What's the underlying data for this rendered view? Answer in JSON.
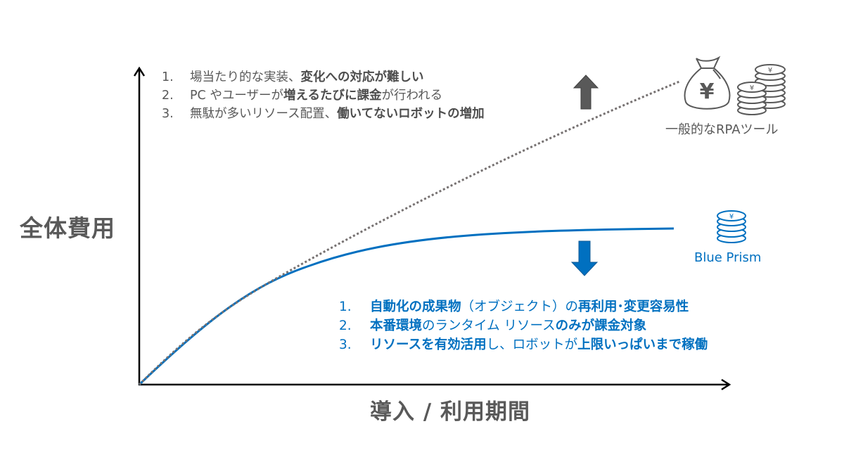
{
  "chart_data": {
    "type": "line",
    "title": "",
    "xlabel": "導入 / 利用期間",
    "ylabel": "全体費用",
    "grid": false,
    "axis_ticks": "none (conceptual chart)",
    "x": [
      0,
      0.1,
      0.2,
      0.3,
      0.4,
      0.5,
      0.6,
      0.7,
      0.8,
      0.9,
      1.0
    ],
    "series": [
      {
        "name": "一般的なRPAツール",
        "style": "dotted",
        "color": "#767171",
        "values": [
          0,
          0.17,
          0.32,
          0.45,
          0.56,
          0.64,
          0.71,
          0.78,
          0.84,
          0.9,
          0.96
        ]
      },
      {
        "name": "Blue Prism",
        "style": "solid",
        "color": "#0070c0",
        "values": [
          0,
          0.17,
          0.31,
          0.4,
          0.46,
          0.5,
          0.52,
          0.535,
          0.545,
          0.55,
          0.553
        ]
      }
    ],
    "annotations": [
      {
        "type": "arrow-up",
        "color": "#595959",
        "near": "一般的なRPAツール"
      },
      {
        "type": "arrow-down",
        "color": "#0070c0",
        "near": "Blue Prism"
      }
    ]
  },
  "axes": {
    "y_label": "全体費用",
    "x_label": "導入 / 利用期間"
  },
  "general_rpa": {
    "label": "一般的なRPAツール",
    "icon": "money-bag-yen-and-coins-icon",
    "color": "#595959",
    "points": [
      {
        "num": "1.",
        "parts": [
          {
            "t": "場当たり的な実装、",
            "b": false
          },
          {
            "t": "変化への対応が難しい",
            "b": true
          }
        ]
      },
      {
        "num": "2.",
        "parts": [
          {
            "t": "PC やユーザーが",
            "b": false
          },
          {
            "t": "増えるたびに課金",
            "b": true
          },
          {
            "t": "が行われる",
            "b": false
          }
        ]
      },
      {
        "num": "3.",
        "parts": [
          {
            "t": "無駄が多いリソース配置、",
            "b": false
          },
          {
            "t": "働いてないロボットの増加",
            "b": true
          }
        ]
      }
    ]
  },
  "blue_prism": {
    "label": "Blue Prism",
    "icon": "coin-stack-yen-icon",
    "color": "#0070c0",
    "points": [
      {
        "num": "1.",
        "parts": [
          {
            "t": "自動化の成果物",
            "b": true
          },
          {
            "t": "（オブジェクト）の",
            "b": false
          },
          {
            "t": "再利用･変更容易性",
            "b": true
          }
        ]
      },
      {
        "num": "2.",
        "parts": [
          {
            "t": "本番環境",
            "b": true
          },
          {
            "t": "のランタイム リソース",
            "b": false
          },
          {
            "t": "のみが課金対象",
            "b": true
          }
        ]
      },
      {
        "num": "3.",
        "parts": [
          {
            "t": "リソースを有効活用",
            "b": true
          },
          {
            "t": "し、ロボットが",
            "b": false
          },
          {
            "t": "上限いっぱいまで稼働",
            "b": true
          }
        ]
      }
    ]
  }
}
